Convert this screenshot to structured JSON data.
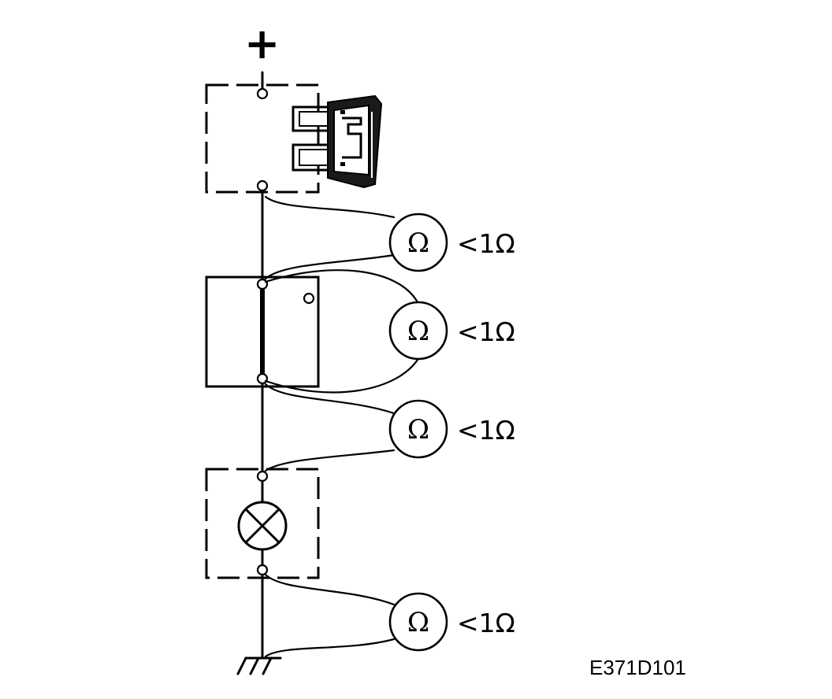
{
  "diagram": {
    "supply_label": "+",
    "figure_code": "E371D101",
    "meters": [
      {
        "symbol": "Ω",
        "reading": "<1Ω"
      },
      {
        "symbol": "Ω",
        "reading": "<1Ω"
      },
      {
        "symbol": "Ω",
        "reading": "<1Ω"
      },
      {
        "symbol": "Ω",
        "reading": "<1Ω"
      }
    ],
    "components": [
      "fuse",
      "switch",
      "lamp",
      "ground"
    ],
    "colors": {
      "line": "#000000",
      "background": "#ffffff"
    }
  }
}
